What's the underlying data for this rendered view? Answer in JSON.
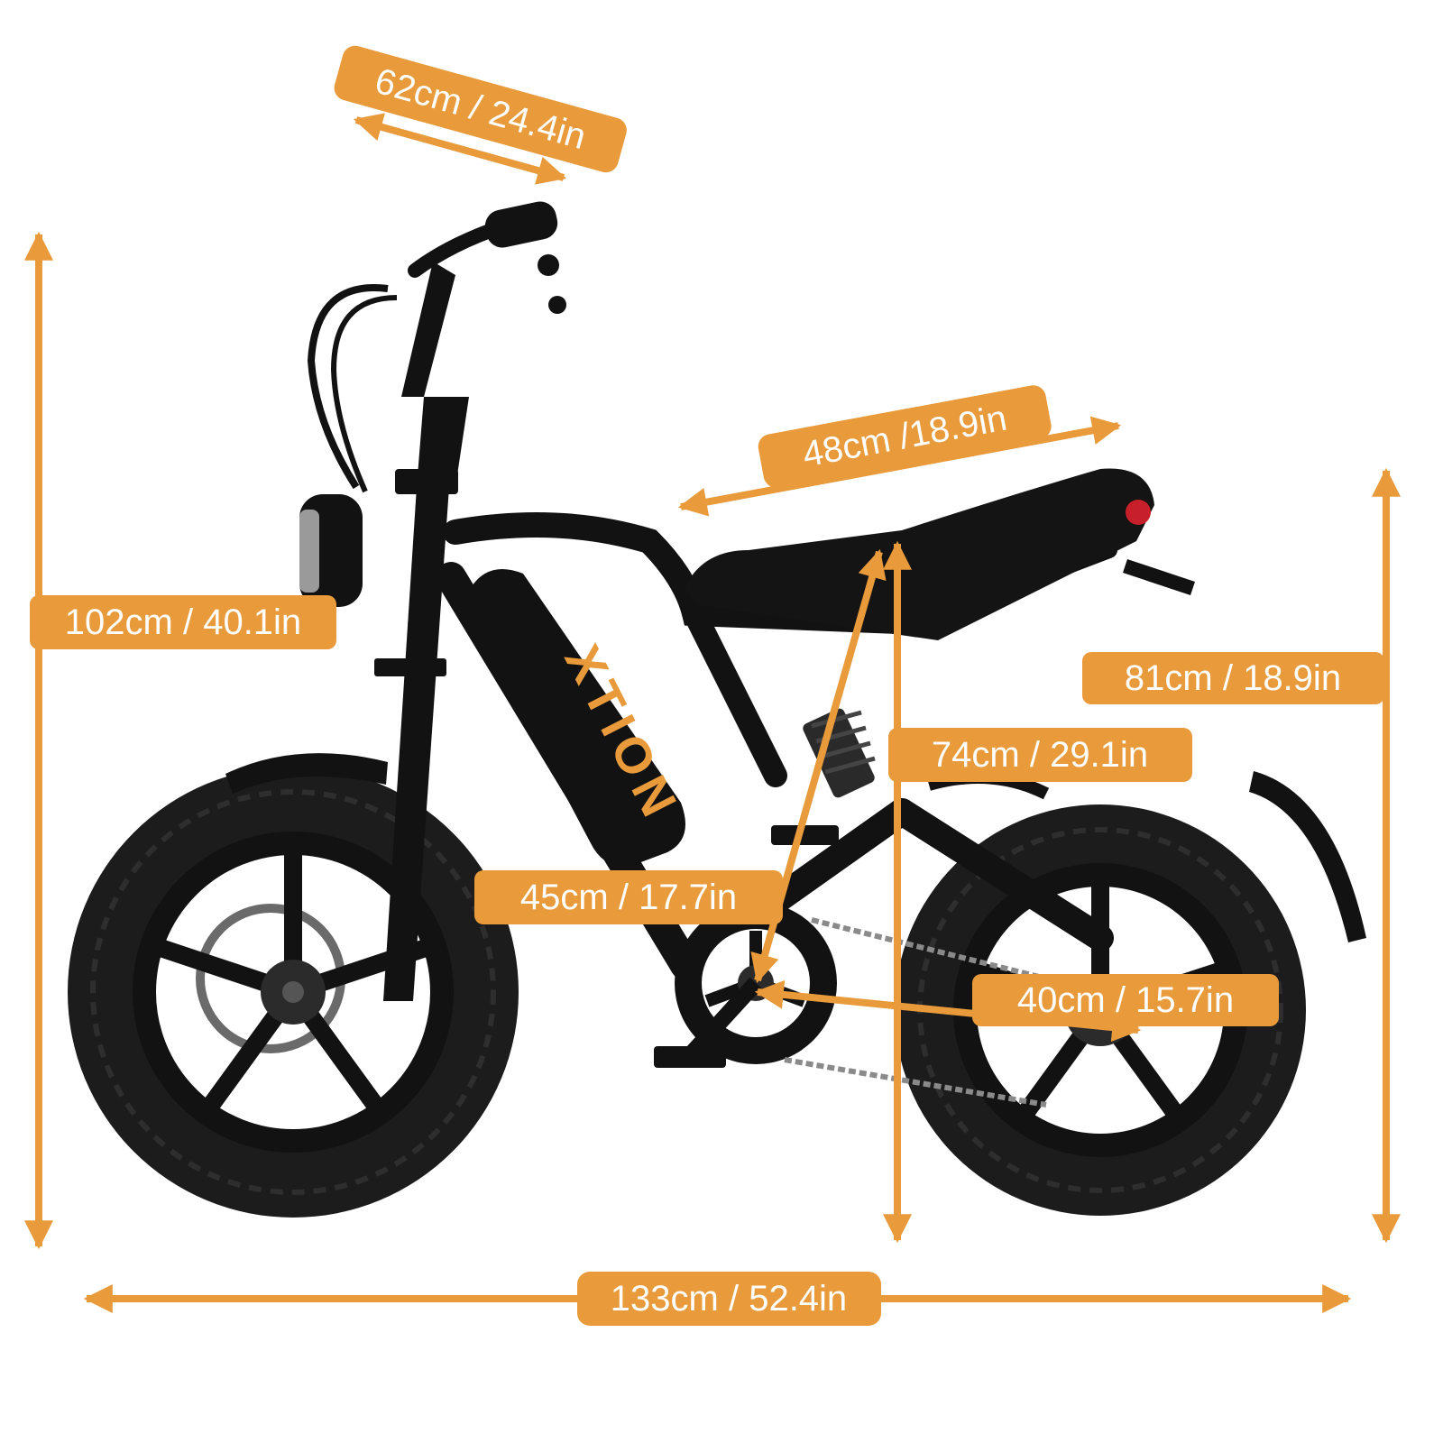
{
  "colors": {
    "accent": "#E99A3B",
    "label_text": "#FFFFFF",
    "bike_body": "#121212",
    "bike_tire": "#1c1c1c",
    "rim_highlight": "#3a3a3a",
    "tail_light": "#c8202a"
  },
  "brand": {
    "text": "XTION"
  },
  "dimensions": {
    "handlebar_width": "62cm / 24.4in",
    "seat_length": "48cm /18.9in",
    "overall_height": "102cm / 40.1in",
    "seat_height": "81cm / 18.9in",
    "frame_height": "74cm / 29.1in",
    "pedal_to_seat": "45cm / 17.7in",
    "pedal_to_rear_axle": "40cm / 15.7in",
    "overall_length": "133cm / 52.4in"
  }
}
